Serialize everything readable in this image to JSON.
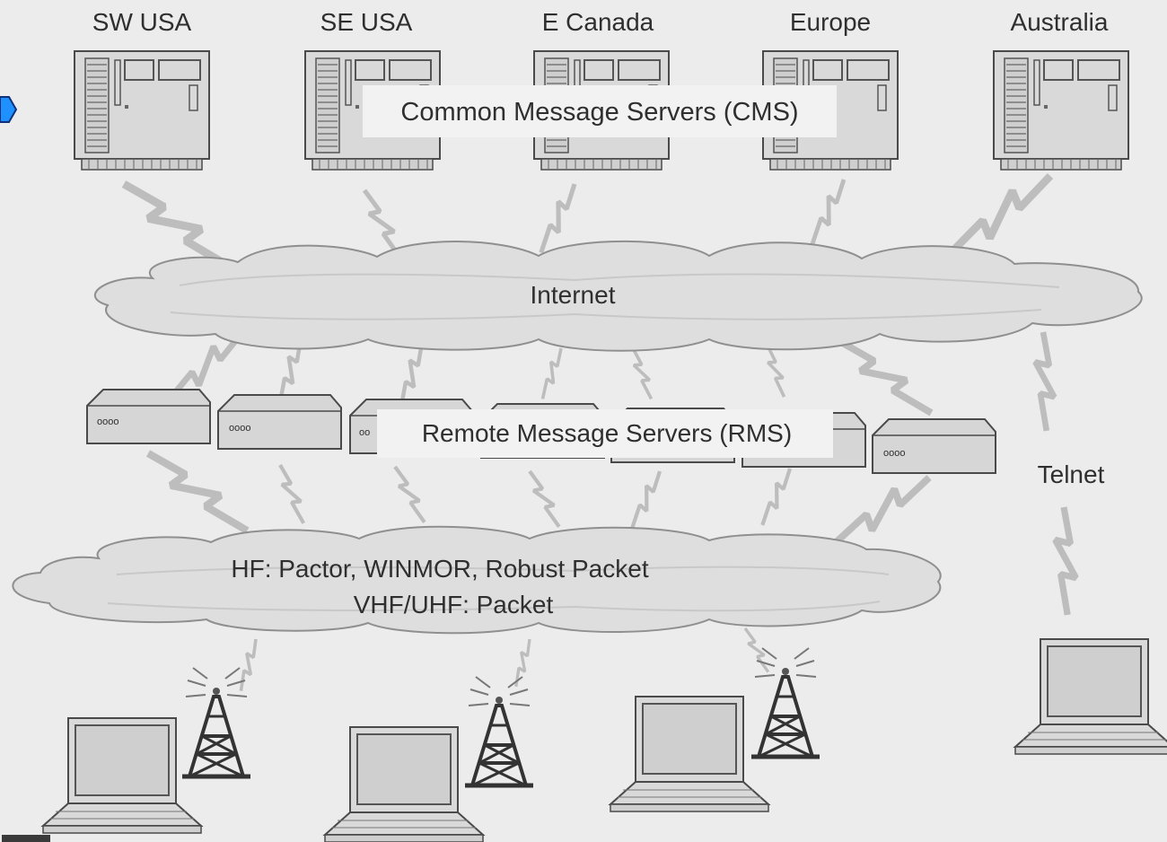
{
  "cms": {
    "label": "Common Message Servers (CMS)",
    "sites": [
      "SW USA",
      "SE USA",
      "E Canada",
      "Europe",
      "Australia"
    ]
  },
  "internet": {
    "label": "Internet"
  },
  "rms": {
    "label": "Remote Message Servers (RMS)",
    "box_text": "oooo",
    "partial_text": "oo"
  },
  "radio": {
    "line1": "HF:  Pactor, WINMOR, Robust Packet",
    "line2": "VHF/UHF:  Packet"
  },
  "telnet": {
    "label": "Telnet"
  },
  "colors": {
    "background": "#ececec",
    "device_fill": "#d9d9d9",
    "cloud_fill": "#dedede",
    "bolt": "#bdbdbd",
    "arrow_accent": "#1e90ff"
  }
}
